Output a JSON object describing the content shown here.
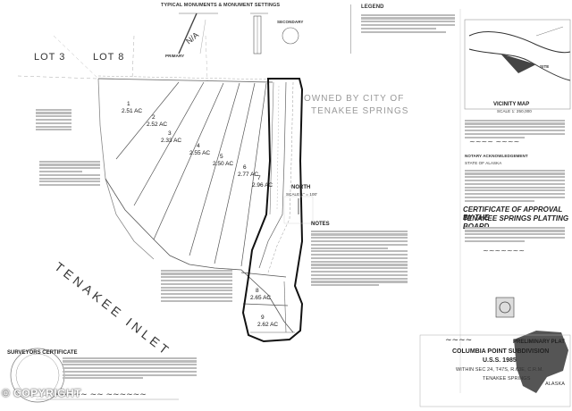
{
  "header": {
    "typical_monuments": "TYPICAL MONUMENTS & MONUMENT SETTINGS",
    "primary_label": "PRIMARY",
    "secondary_label": "SECONDARY",
    "legend_title": "LEGEND",
    "na_mark": "N/A"
  },
  "lots_top": [
    "LOT 3",
    "LOT 8"
  ],
  "owned_by": [
    "OWNED BY CITY OF",
    "TENAKEE SPRINGS"
  ],
  "inlet_label": "TENAKEE INLET",
  "north": {
    "label": "NORTH",
    "scale": "SCALE 1\" = 100'"
  },
  "lots": [
    {
      "num": "1",
      "acres": "2.51 AC"
    },
    {
      "num": "2",
      "acres": "2.52 AC"
    },
    {
      "num": "3",
      "acres": "2.33 AC"
    },
    {
      "num": "4",
      "acres": "2.55 AC"
    },
    {
      "num": "5",
      "acres": "2.50 AC"
    },
    {
      "num": "6",
      "acres": "2.77 AC"
    },
    {
      "num": "7",
      "acres": "2.96 AC"
    },
    {
      "num": "8",
      "acres": "2.65 AC"
    },
    {
      "num": "9",
      "acres": "2.62 AC"
    }
  ],
  "vicinity": {
    "title": "VICINITY MAP",
    "scale": "SCALE 1: 250,000",
    "site": "SITE"
  },
  "certificate_approval": [
    "CERTIFICATE OF APPROVAL BY THE",
    "TENAKEE SPRINGS PLATTING BOARD"
  ],
  "state_of_alaska": "STATE OF ALASKA",
  "notary": "NOTARY ACKNOWLEDGEMENT",
  "surveyor_cert": "SURVEYORS CERTIFICATE",
  "notes": "NOTES",
  "preliminary": {
    "line1": "PRELIMINARY PLAT",
    "line2": "COLUMBIA POINT SUBDIVISION",
    "line3": "U.S.S. 1985",
    "line4": "WITHIN SEC 24, T47S, R.63E, C.R.M.",
    "line5": "TENAKEE SPRINGS",
    "line6": "ALASKA"
  },
  "copyright": "© COPYRIGHT"
}
